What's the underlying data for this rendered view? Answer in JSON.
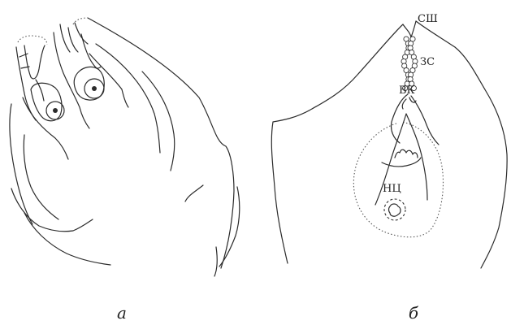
{
  "panels": [
    {
      "id": "a",
      "caption": "a"
    },
    {
      "id": "b",
      "caption": "б",
      "labels": {
        "ssh": "СШ",
        "zs": "ЗС",
        "vk": "ВК",
        "nc": "НЦ"
      }
    }
  ],
  "colors": {
    "stroke": "#2b2b2b",
    "background": "#ffffff"
  }
}
